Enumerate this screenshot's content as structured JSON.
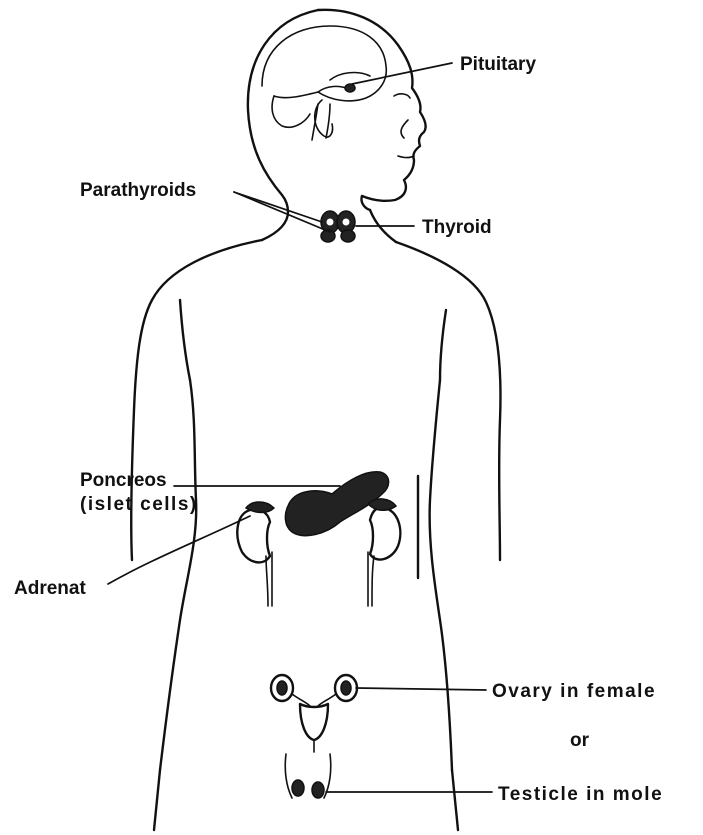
{
  "labels": {
    "pituitary": "Pituitary",
    "parathyroids": "Parathyroids",
    "thyroid": "Thyroid",
    "pancreas_line1": "Poncreos",
    "pancreas_line2": "(islet cells)",
    "adrenal": "Adrenat",
    "ovary": "Ovary in female",
    "or": "or",
    "testicle": "Testicle in mole"
  },
  "colors": {
    "ink": "#111111",
    "background": "#ffffff"
  }
}
